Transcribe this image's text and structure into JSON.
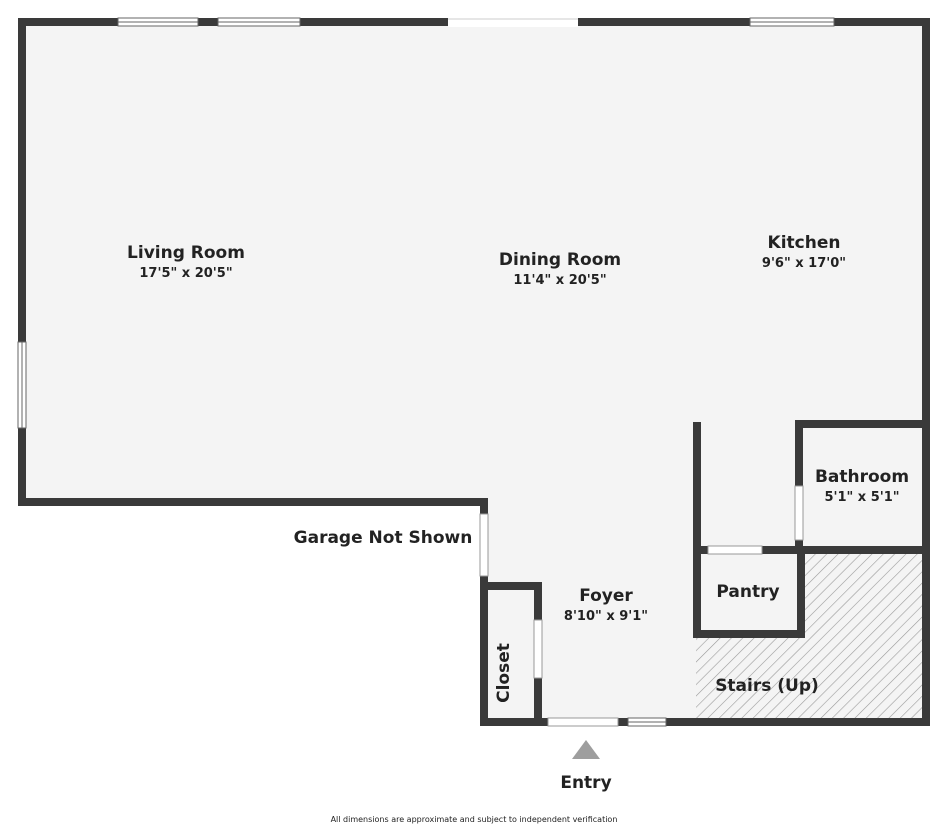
{
  "rooms": {
    "living": {
      "name": "Living Room",
      "dims": "17'5\" x 20'5\""
    },
    "dining": {
      "name": "Dining Room",
      "dims": "11'4\" x 20'5\""
    },
    "kitchen": {
      "name": "Kitchen",
      "dims": "9'6\" x 17'0\""
    },
    "bathroom": {
      "name": "Bathroom",
      "dims": "5'1\" x 5'1\""
    },
    "foyer": {
      "name": "Foyer",
      "dims": "8'10\" x 9'1\""
    },
    "pantry": {
      "name": "Pantry"
    },
    "closet": {
      "name": "Closet"
    },
    "stairs": {
      "name": "Stairs (Up)"
    }
  },
  "labels": {
    "garage": "Garage Not Shown",
    "entry": "Entry"
  },
  "footer": "All dimensions are approximate and subject to independent verification",
  "colors": {
    "floor": "#f4f4f4",
    "wall": "#3a3a3a",
    "opening": "#ffffff",
    "hatch": "#9a9a9a",
    "entry_arrow": "#9e9e9e"
  }
}
